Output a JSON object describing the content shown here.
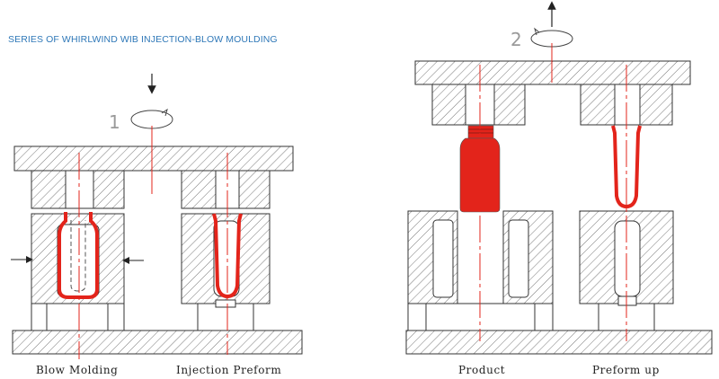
{
  "title": "SERIES OF WHIRLWIND WIB  INJECTION-BLOW MOULDING",
  "steps": [
    {
      "number": "1"
    },
    {
      "number": "2"
    }
  ],
  "captions": {
    "blow_molding": "Blow Molding",
    "injection_preform": "Injection Preform",
    "product": "Product",
    "preform_up": "Preform up"
  },
  "colors": {
    "preform_red": "#e3241b",
    "centerline": "#e3241b",
    "line": "#333333",
    "hatch": "#555555",
    "title_blue": "#2f78b8"
  }
}
